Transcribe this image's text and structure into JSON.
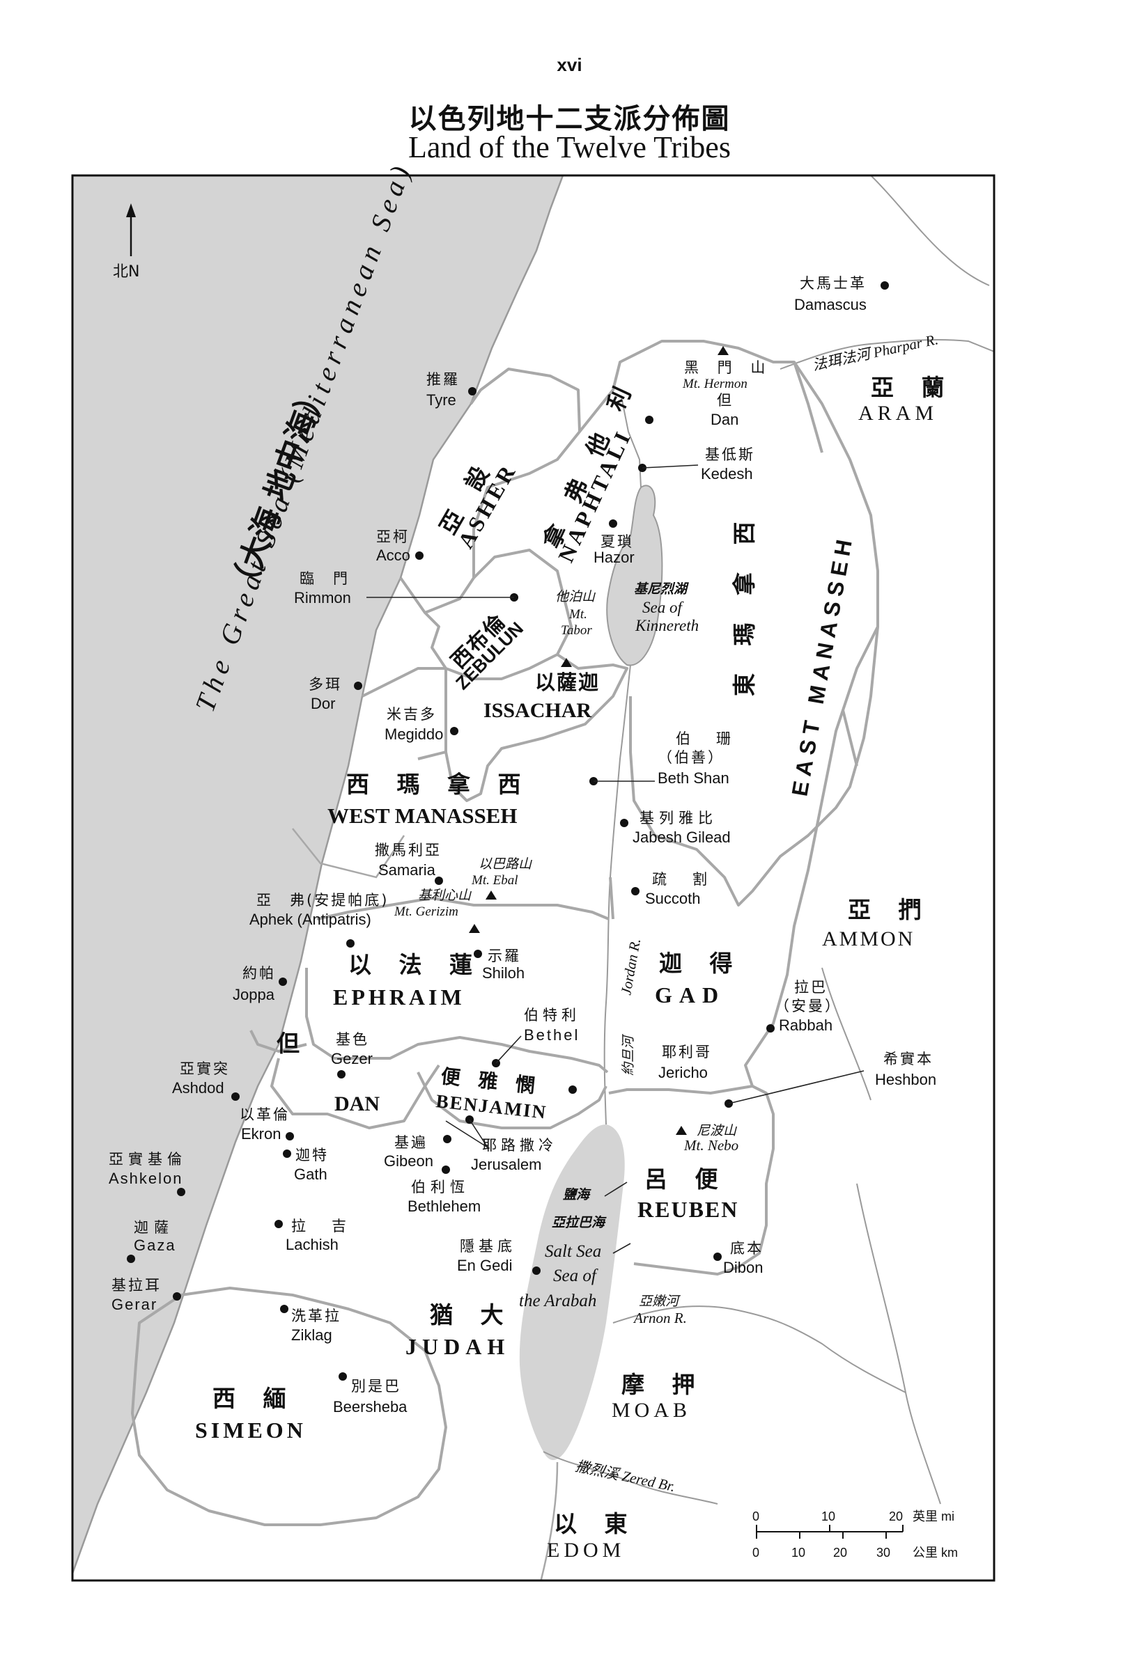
{
  "page_number": "xvi",
  "title_zh": "以色列地十二支派分佈圖",
  "title_en": "Land of the Twelve Tribes",
  "north": "北N",
  "seas": {
    "great_sea_zh": "（大海 地中海）",
    "great_sea_en": "The Great Sea (Mediterranean Sea)",
    "kinnereth_zh": "基尼烈湖",
    "kinnereth_en_1": "Sea of",
    "kinnereth_en_2": "Kinnereth",
    "salt_zh_1": "鹽海",
    "salt_zh_2": "亞拉巴海",
    "salt_en_1": "Salt Sea",
    "salt_en_2": "Sea of",
    "salt_en_3": "the Arabah"
  },
  "rivers": {
    "pharpar": "法珥法河 Pharpar R.",
    "jordan_zh": "約旦河",
    "jordan_en": "Jordan R.",
    "arnon_zh": "亞嫩河",
    "arnon_en": "Arnon R.",
    "zered": "撒烈溪 Zered Br."
  },
  "mountains": {
    "hermon_zh": "黑 門 山",
    "hermon_en": "Mt. Hermon",
    "tabor_zh": "他泊山",
    "tabor_en_1": "Mt.",
    "tabor_en_2": "Tabor",
    "ebal_zh": "以巴路山",
    "ebal_en": "Mt. Ebal",
    "gerizim_zh": "基利心山",
    "gerizim_en": "Mt. Gerizim",
    "nebo_zh": "尼波山",
    "nebo_en": "Mt. Nebo"
  },
  "tribes": {
    "asher_zh": "亞 設",
    "asher_en": "ASHER",
    "naphtali_zh": "拿 弗 他 利",
    "naphtali_en": "NAPHTALI",
    "zebulun_zh": "西布倫",
    "zebulun_en": "ZEBULUN",
    "issachar_zh": "以薩迦",
    "issachar_en": "ISSACHAR",
    "west_manasseh_zh": "西 瑪 拿 西",
    "west_manasseh_en": "WEST MANASSEH",
    "east_manasseh_zh": "東 瑪 拿 西",
    "east_manasseh_en": "EAST MANASSEH",
    "ephraim_zh": "以 法 蓮",
    "ephraim_en": "EPHRAIM",
    "gad_zh": "迦 得",
    "gad_en": "GAD",
    "dan_zh": "但",
    "dan_en": "DAN",
    "benjamin_zh": "便 雅 憫",
    "benjamin_en": "BENJAMIN",
    "reuben_zh": "呂 便",
    "reuben_en": "REUBEN",
    "judah_zh": "猶 大",
    "judah_en": "JUDAH",
    "simeon_zh": "西 緬",
    "simeon_en": "SIMEON"
  },
  "nations": {
    "aram_zh": "亞 蘭",
    "aram_en": "ARAM",
    "ammon_zh": "亞 捫",
    "ammon_en": "AMMON",
    "moab_zh": "摩 押",
    "moab_en": "MOAB",
    "edom_zh": "以 東",
    "edom_en": "EDOM"
  },
  "cities": {
    "damascus_zh": "大馬士革",
    "damascus_en": "Damascus",
    "tyre_zh": "推羅",
    "tyre_en": "Tyre",
    "dan_zh": "但",
    "dan_en": "Dan",
    "kedesh_zh": "基低斯",
    "kedesh_en": "Kedesh",
    "acco_zh": "亞柯",
    "acco_en": "Acco",
    "hazor_zh": "夏瑣",
    "hazor_en": "Hazor",
    "rimmon_zh": "臨　門",
    "rimmon_en": "Rimmon",
    "dor_zh": "多珥",
    "dor_en": "Dor",
    "megiddo_zh": "米吉多",
    "megiddo_en": "Megiddo",
    "bethshan_zh_1": "伯　珊",
    "bethshan_zh_2": "（伯善）",
    "bethshan_en": "Beth Shan",
    "jabesh_zh": "基列雅比",
    "jabesh_en": "Jabesh Gilead",
    "samaria_zh": "撒馬利亞",
    "samaria_en": "Samaria",
    "succoth_zh": "疏　割",
    "succoth_en": "Succoth",
    "aphek_zh": "亞　弗(安提帕底)",
    "aphek_en": "Aphek (Antipatris)",
    "shiloh_zh": "示羅",
    "shiloh_en": "Shiloh",
    "joppa_zh": "約帕",
    "joppa_en": "Joppa",
    "bethel_zh": "伯特利",
    "bethel_en": "Bethel",
    "rabbah_zh_1": "拉巴",
    "rabbah_zh_2": "（安曼）",
    "rabbah_en": "Rabbah",
    "gezer_zh": "基色",
    "gezer_en": "Gezer",
    "jericho_zh": "耶利哥",
    "jericho_en": "Jericho",
    "heshbon_zh": "希實本",
    "heshbon_en": "Heshbon",
    "ashdod_zh": "亞實突",
    "ashdod_en": "Ashdod",
    "ekron_zh": "以革倫",
    "ekron_en": "Ekron",
    "gibeon_zh": "基遍",
    "gibeon_en": "Gibeon",
    "jerusalem_zh": "耶路撒冷",
    "jerusalem_en": "Jerusalem",
    "ashkelon_zh": "亞實基倫",
    "ashkelon_en": "Ashkelon",
    "gath_zh": "迦特",
    "gath_en": "Gath",
    "bethlehem_zh": "伯利恆",
    "bethlehem_en": "Bethlehem",
    "gaza_zh": "迦薩",
    "gaza_en": "Gaza",
    "lachish_zh": "拉　吉",
    "lachish_en": "Lachish",
    "engedi_zh": "隱基底",
    "engedi_en": "En Gedi",
    "dibon_zh": "底本",
    "dibon_en": "Dibon",
    "gerar_zh": "基拉耳",
    "gerar_en": "Gerar",
    "ziklag_zh": "洗革拉",
    "ziklag_en": "Ziklag",
    "beersheba_zh": "別是巴",
    "beersheba_en": "Beersheba"
  },
  "scale": {
    "mi_ticks": [
      "0",
      "10",
      "20"
    ],
    "mi_unit": "英里 mi",
    "km_ticks": [
      "0",
      "10",
      "20",
      "30"
    ],
    "km_unit": "公里 km"
  }
}
